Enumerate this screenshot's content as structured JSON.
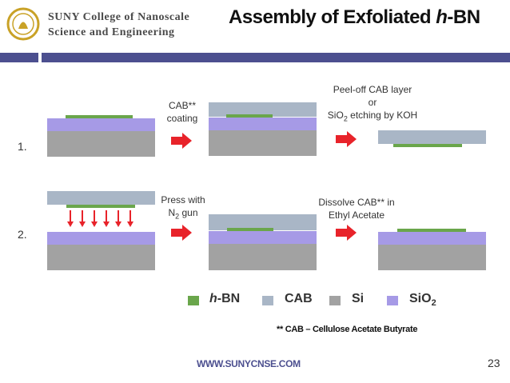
{
  "header": {
    "logo_line1": "SUNY College of Nanoscale",
    "logo_line2": "Science and Engineering",
    "title_part1": "Assembly of Exfoliated ",
    "title_italic": "h",
    "title_part2": "-BN"
  },
  "steps": {
    "row1_number": "1.",
    "row2_number": "2.",
    "cab_coating_line1": "CAB**",
    "cab_coating_line2": "coating",
    "peel_line1": "Peel-off CAB layer",
    "peel_line2": "or",
    "peel_line3_a": "SiO",
    "peel_line3_sub": "2",
    "peel_line3_b": " etching by KOH",
    "press_line1": "Press with",
    "press_line2_a": "N",
    "press_line2_sub": "2",
    "press_line2_b": " gun",
    "dissolve_line1": "Dissolve CAB** in",
    "dissolve_line2": "Ethyl Acetate"
  },
  "legend": {
    "hbn_italic": "h",
    "hbn_rest": "-BN",
    "cab": "CAB",
    "si": "Si",
    "sio2_a": "SiO",
    "sio2_sub": "2"
  },
  "footnote": "** CAB – Cellulose Acetate Butyrate",
  "footer": {
    "url": "WWW.SUNYCNSE.COM",
    "page_number": "23"
  },
  "colors": {
    "si": "#a2a2a2",
    "sio2": "#a69ae6",
    "cab": "#a9b6c6",
    "hbn": "#6aa64b",
    "arrow": "#e8232a",
    "header_bar": "#4c4f8f"
  }
}
